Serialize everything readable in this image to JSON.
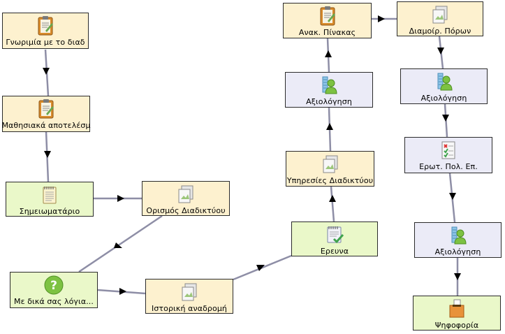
{
  "diagram": {
    "nodes": {
      "n1": {
        "label": "Γνωριμία με το διαδ",
        "icon": "clipboard-icon"
      },
      "n2": {
        "label": "Μαθησιακά αποτελέσμ",
        "icon": "clipboard-icon"
      },
      "n3": {
        "label": "Σημειωματάριο",
        "icon": "notepad-icon"
      },
      "n4": {
        "label": "Ορισμός Διαδικτύου",
        "icon": "web-pages-icon"
      },
      "n5": {
        "label": "Με δικά σας λόγια...",
        "icon": "question-icon"
      },
      "n6": {
        "label": "Ιστορική αναδρομή",
        "icon": "web-pages-icon"
      },
      "n7": {
        "label": "Ερευνα",
        "icon": "checklist-icon"
      },
      "n8": {
        "label": "Υπηρεσίες Διαδικτύου",
        "icon": "web-pages-icon"
      },
      "n9": {
        "label": "Αξιολόγηση",
        "icon": "assessment-user-icon"
      },
      "n10": {
        "label": "Ανακ. Πίνακας",
        "icon": "clipboard-icon"
      },
      "n11": {
        "label": "Διαμοίρ. Πόρων",
        "icon": "web-pages-icon"
      },
      "n12": {
        "label": "Αξιολόγηση",
        "icon": "assessment-user-icon"
      },
      "n13": {
        "label": "Ερωτ. Πολ. Επ.",
        "icon": "multiple-choice-icon"
      },
      "n14": {
        "label": "Αξιολόγηση",
        "icon": "assessment-user-icon"
      },
      "n15": {
        "label": "Ψηφοφορία",
        "icon": "ballot-box-icon"
      }
    },
    "colors": {
      "yellow": "#fdf1cf",
      "green": "#eaf8c9",
      "lilac": "#ebebf7",
      "edge": "#8e8ea6",
      "arrow": "#000000"
    }
  }
}
